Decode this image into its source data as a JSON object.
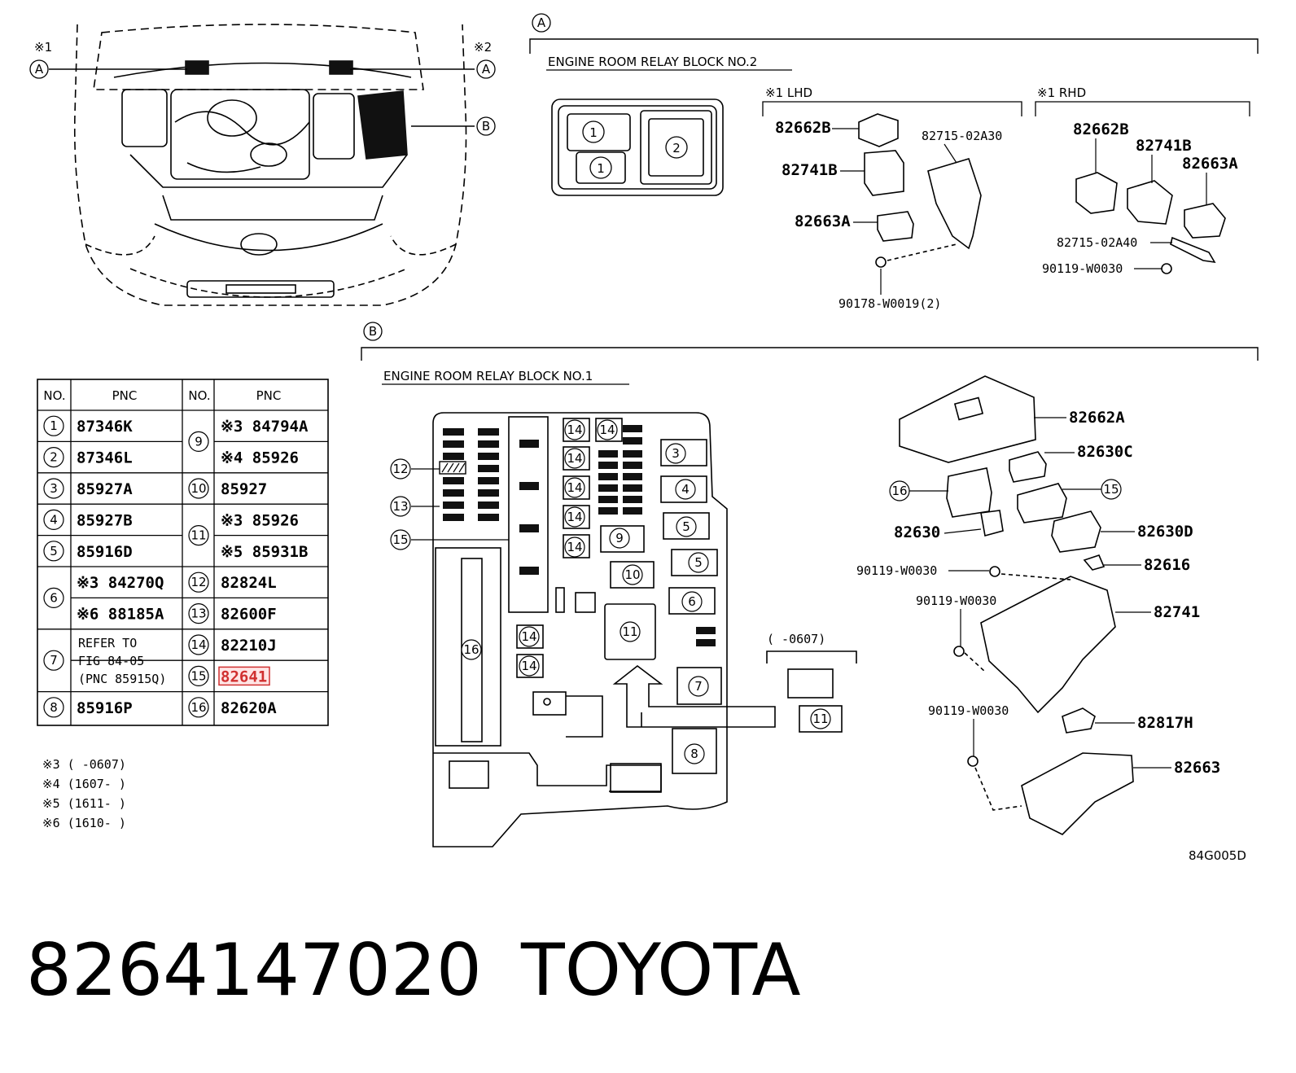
{
  "header": {
    "part_number": "8264147020",
    "brand": "TOYOTA"
  },
  "figure_code": "84G005D",
  "note_marks": {
    "n1": "※1",
    "n2": "※2"
  },
  "markers": {
    "a": "A",
    "b": "B"
  },
  "section_a": {
    "title": "ENGINE ROOM RELAY BLOCK NO.2",
    "lhd_label": "※1 LHD",
    "rhd_label": "※1 RHD",
    "callouts": {
      "c1": "1",
      "c2": "2"
    },
    "lhd_parts": [
      "82662B",
      "82741B",
      "82663A",
      "82715-02A30",
      "90178-W0019(2)"
    ],
    "rhd_parts": [
      "82662B",
      "82741B",
      "82663A",
      "82715-02A40",
      "90119-W0030"
    ]
  },
  "section_b": {
    "title": "ENGINE ROOM RELAY BLOCK NO.1",
    "callout_nums": [
      "1",
      "2",
      "3",
      "4",
      "5",
      "6",
      "7",
      "8",
      "9",
      "10",
      "11",
      "12",
      "13",
      "14",
      "15",
      "16"
    ],
    "variant_label": "(      -0607)",
    "parts": {
      "p82662A": "82662A",
      "p82630C": "82630C",
      "p82630": "82630",
      "p82630D": "82630D",
      "p82616": "82616",
      "p82741": "82741",
      "p82817H": "82817H",
      "p82663": "82663",
      "bolt1": "90119-W0030",
      "bolt2": "90119-W0030",
      "bolt3": "90119-W0030"
    }
  },
  "table": {
    "header": {
      "no": "NO.",
      "pnc": "PNC"
    },
    "left": [
      {
        "no": "1",
        "pnc": "87346K"
      },
      {
        "no": "2",
        "pnc": "87346L"
      },
      {
        "no": "3",
        "pnc": "85927A"
      },
      {
        "no": "4",
        "pnc": "85927B"
      },
      {
        "no": "5",
        "pnc": "85916D"
      },
      {
        "no": "6",
        "line1": "※3 84270Q",
        "line2": "※6 88185A"
      },
      {
        "no": "7",
        "line1": "REFER TO",
        "line2": "FIG 84-05",
        "line3": "(PNC 85915Q)"
      },
      {
        "no": "8",
        "pnc": "85916P"
      }
    ],
    "right": [
      {
        "no": "9",
        "line1": "※3 84794A",
        "line2": "※4 85926"
      },
      {
        "no": "10",
        "pnc": "85927"
      },
      {
        "no": "11",
        "line1": "※3 85926",
        "line2": "※5 85931B"
      },
      {
        "no": "12",
        "pnc": "82824L"
      },
      {
        "no": "13",
        "pnc": "82600F"
      },
      {
        "no": "14",
        "pnc": "82210J"
      },
      {
        "no": "15",
        "pnc": "82641"
      },
      {
        "no": "16",
        "pnc": "82620A"
      }
    ]
  },
  "footnotes": [
    "※3 (      -0607)",
    "※4 (1607-      )",
    "※5 (1611-      )",
    "※6 (1610-      )"
  ],
  "colors": {
    "line": "#000000",
    "highlight": "#d03030",
    "fill_dark": "#111111"
  }
}
